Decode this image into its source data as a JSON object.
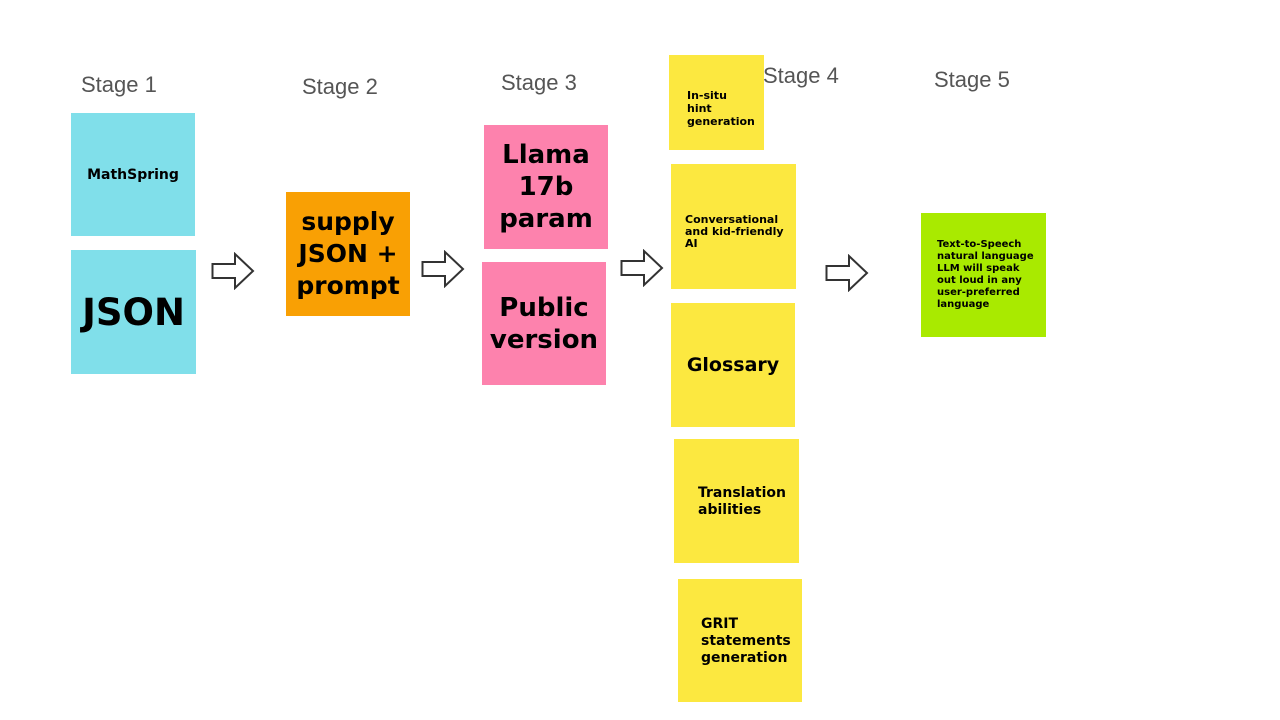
{
  "stages": [
    "Stage 1",
    "Stage 2",
    "Stage 3",
    "Stage 4",
    "Stage 5"
  ],
  "notes": {
    "mathspring": "MathSpring",
    "json": "JSON",
    "supply": "supply JSON + prompt",
    "llama": "Llama 17b param",
    "public": "Public version",
    "insitu": "In-situ hint generation",
    "conversational": "Conversational and kid-friendly AI",
    "glossary": "Glossary",
    "translation": "Translation abilities",
    "grit": "GRIT statements generation",
    "tts": "Text-to-Speech natural language LLM will speak out loud in any user-preferred language"
  },
  "colors": {
    "blue": "#80dfea",
    "orange": "#f9a004",
    "pink": "#fd82ad",
    "yellow": "#fce840",
    "green": "#a9ea00"
  },
  "icons": [
    "arrow-right-icon"
  ]
}
